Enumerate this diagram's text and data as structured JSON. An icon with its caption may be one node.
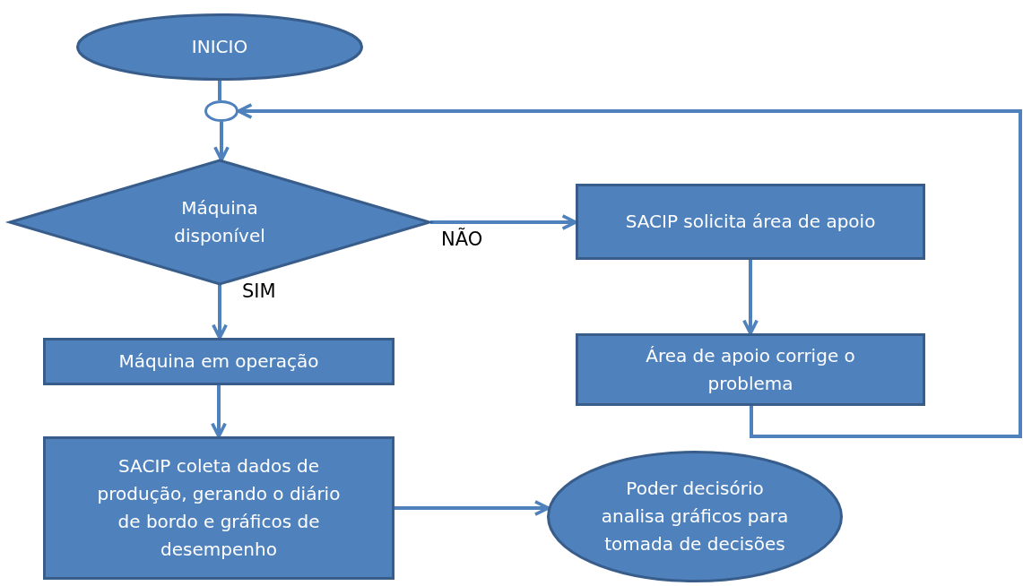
{
  "diagram": {
    "nodes": [
      {
        "text": [
          "INICIO"
        ]
      },
      {
        "text": [],
        "shape": "circle"
      },
      {
        "text": [
          "Máquina disponível"
        ]
      },
      {
        "text": [
          "Máquina em operação"
        ]
      },
      {
        "text": [
          "SACIP coleta dados de produção, gerando o diário de bordo e gráficos de desempenho"
        ]
      },
      {
        "text": [
          "Poder decisório analisa gráficos para tomada de decisões"
        ]
      },
      {
        "text": [
          "SACIP solicita área de apoio"
        ]
      },
      {
        "text": [
          "Área de apoio corrige o problema"
        ]
      }
    ],
    "edges": [
      {
        "from": 0,
        "to": 1,
        "arrow": "none"
      },
      {
        "from": 1,
        "to": 2,
        "arrow": "to"
      },
      {
        "from": 2,
        "to": 6,
        "arrow": "to",
        "label": "NÃO"
      },
      {
        "from": 2,
        "to": 3,
        "arrow": "to",
        "label": "SIM"
      },
      {
        "from": 3,
        "to": 4,
        "arrow": "to"
      },
      {
        "from": 4,
        "to": 5,
        "arrow": "to"
      },
      {
        "from": 6,
        "to": 7,
        "arrow": "to"
      },
      {
        "from": 7,
        "to": 1,
        "arrow": "to"
      }
    ]
  }
}
